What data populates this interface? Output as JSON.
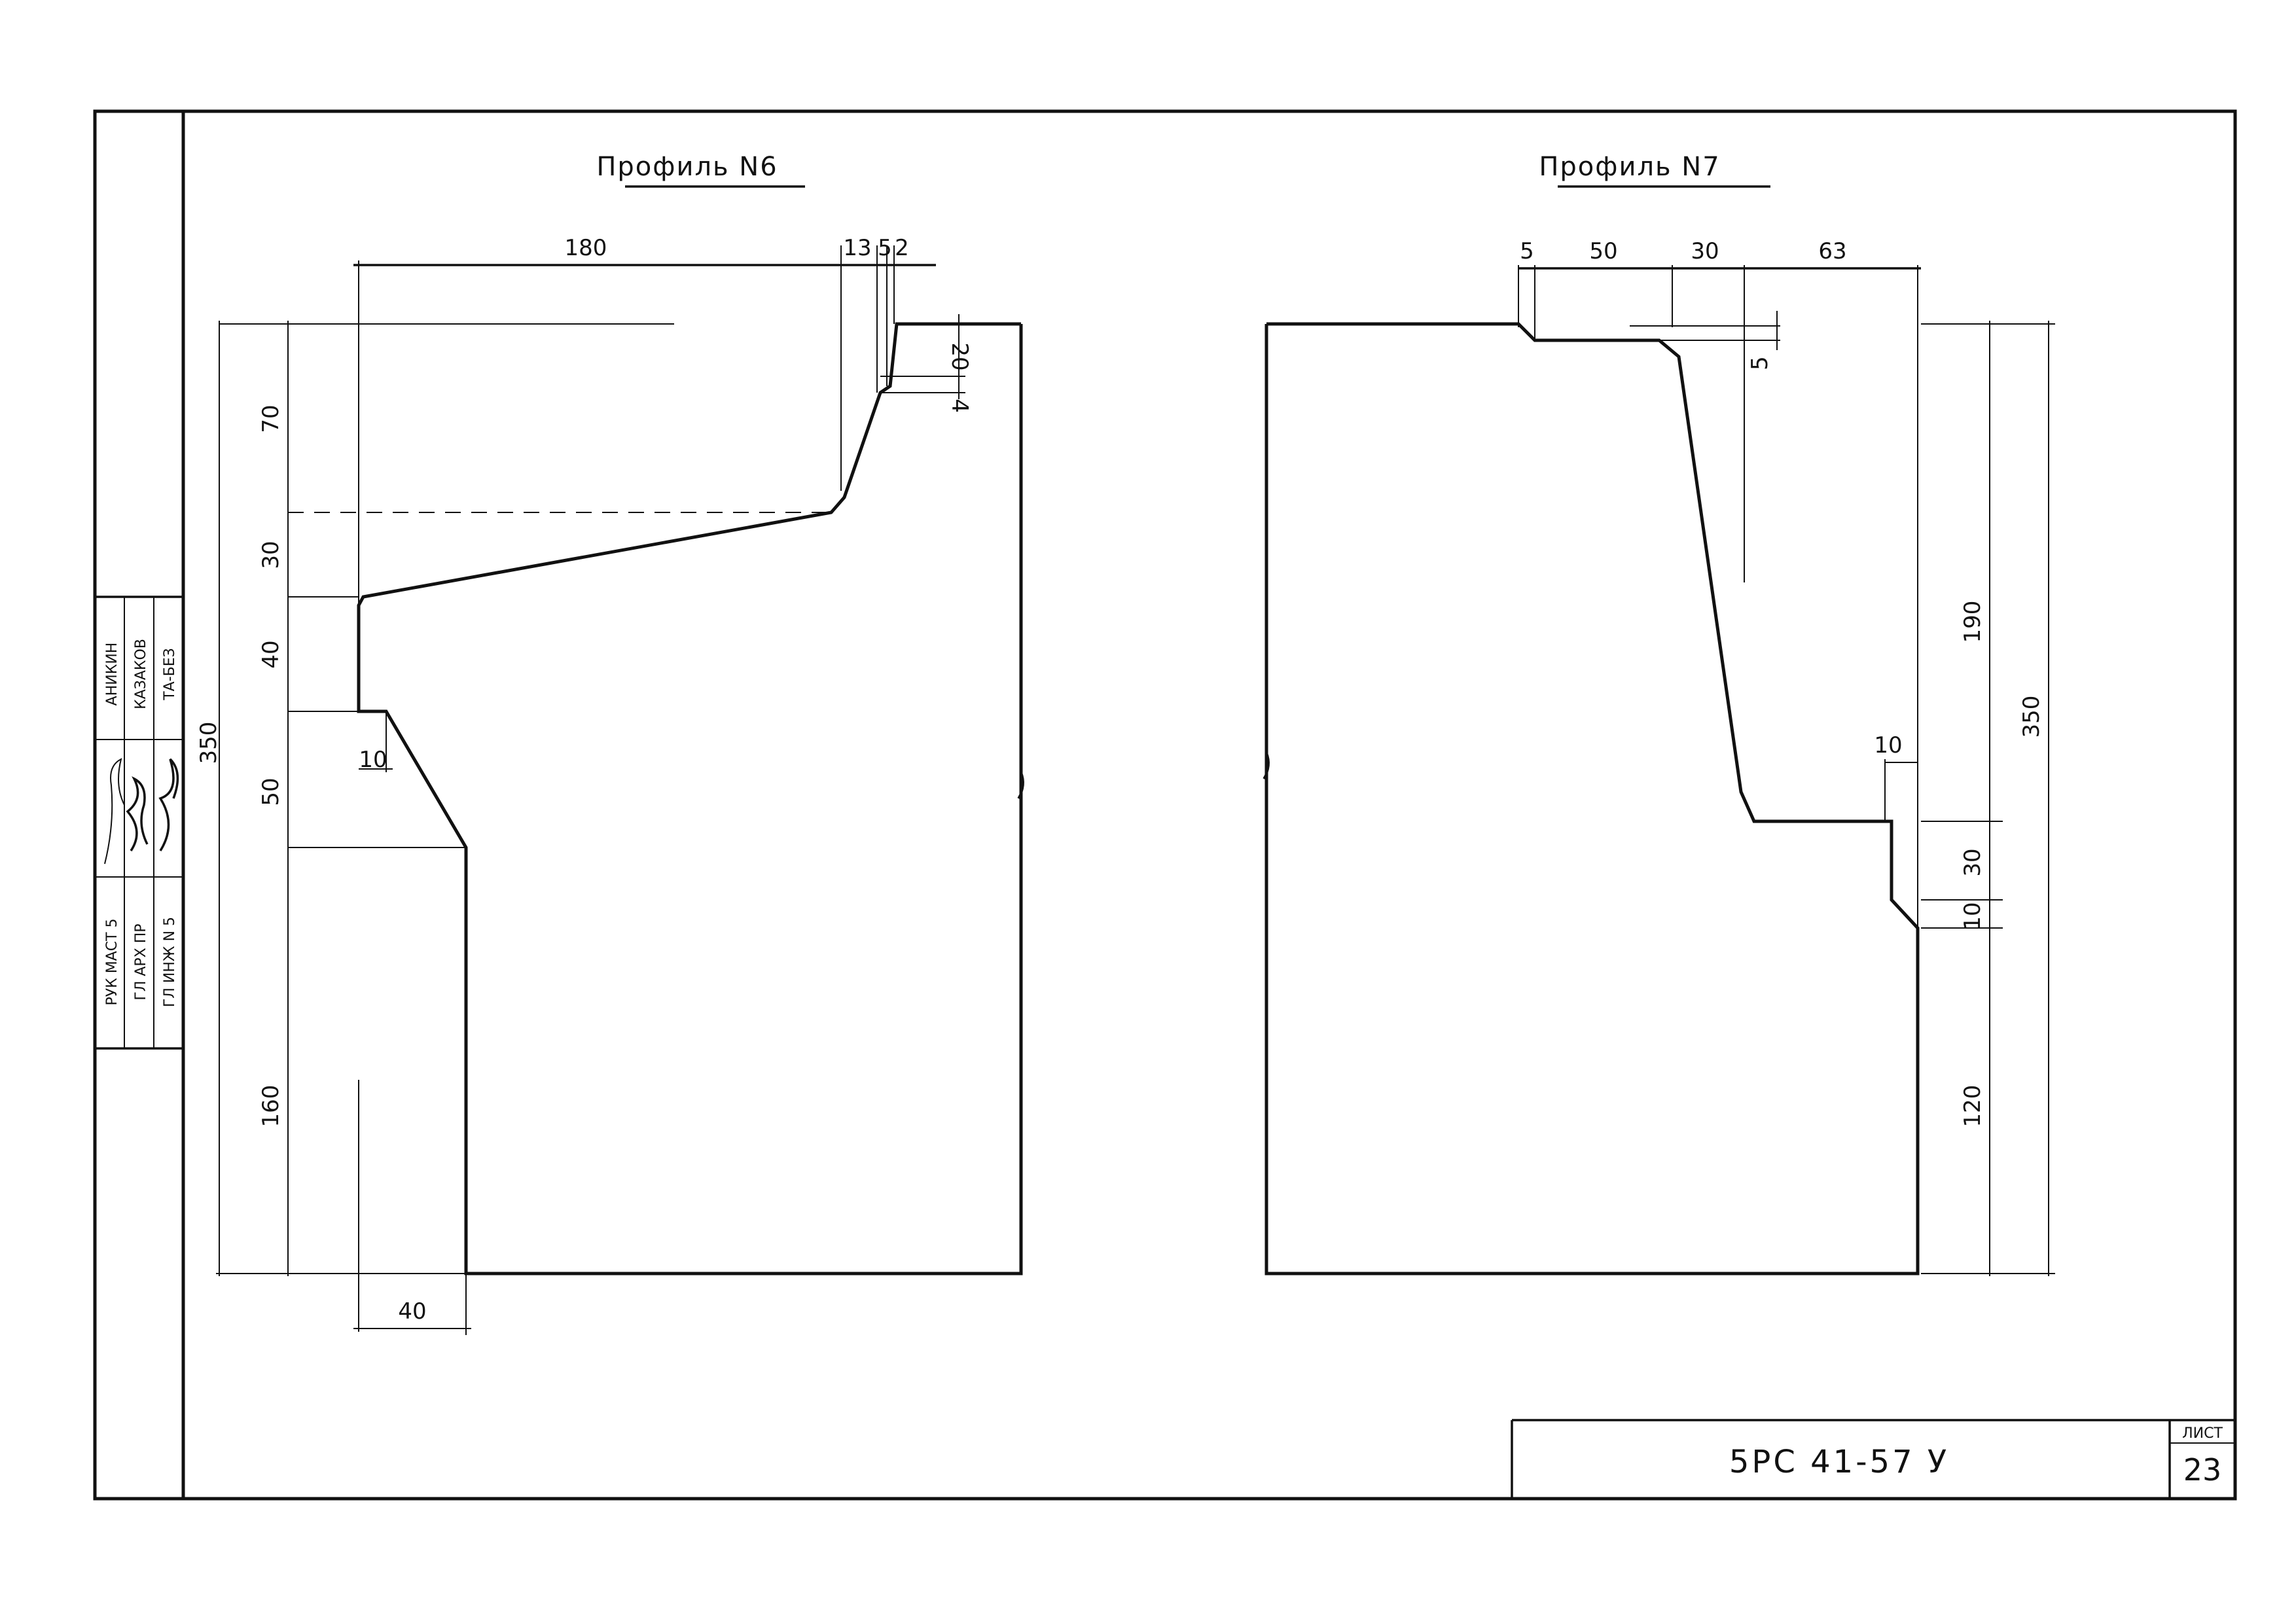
{
  "profiles": [
    {
      "title": "Профиль N6",
      "dimensions": {
        "top_180": "180",
        "top_13": "13",
        "top_5": "5",
        "top_2": "2",
        "right_20": "20",
        "right_4": "4",
        "left_70": "70",
        "left_30": "30",
        "left_40": "40",
        "left_50": "50",
        "left_160": "160",
        "left_350": "350",
        "inner_10": "10",
        "bottom_40": "40"
      }
    },
    {
      "title": "Профиль N7",
      "dimensions": {
        "top_5": "5",
        "top_50": "50",
        "top_30": "30",
        "top_63": "63",
        "inner_5": "5",
        "inner_10": "10",
        "right_190": "190",
        "right_30": "30",
        "right_10": "10",
        "right_120": "120",
        "right_350": "350"
      }
    }
  ],
  "signature_block": {
    "roles": [
      "РУК МАСТ 5",
      "ГЛ АРХ ПР",
      "ГЛ ИНЖ N 5"
    ],
    "names": [
      "АНИКИН",
      "КАЗАКОВ",
      "ТА-БЕЗ"
    ]
  },
  "title_block": {
    "code": "5РС 41-57 У",
    "sheet_label": "ЛИСТ",
    "sheet_number": "23"
  }
}
